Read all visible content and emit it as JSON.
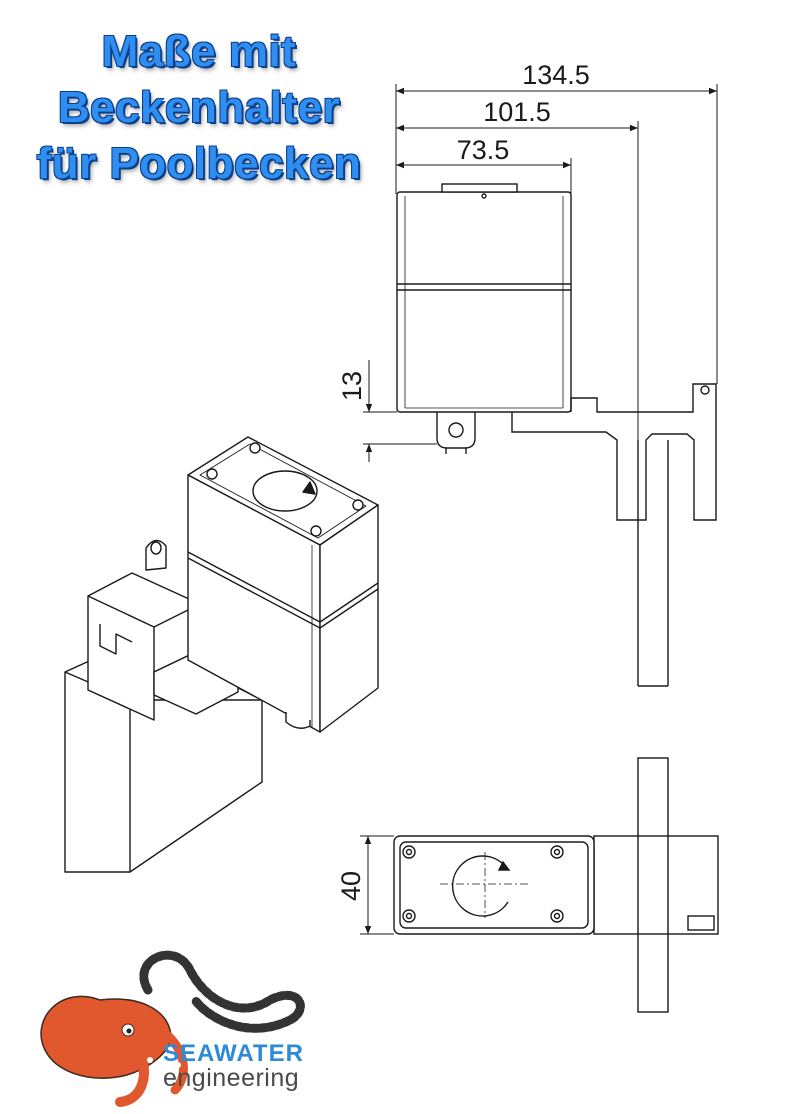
{
  "heading": {
    "line1": "Maße mit",
    "line2": "Beckenhalter",
    "line3": "für Poolbecken"
  },
  "dimensions": {
    "total_width": "134.5",
    "housing_to_pool": "101.5",
    "housing_width": "73.5",
    "bottom_offset": "13",
    "housing_depth": "40"
  },
  "brand": {
    "name": "SEAWATER",
    "sub": "engineering"
  },
  "colors": {
    "heading": "#2f8ef0",
    "brand_blue": "#2e89d8",
    "octopus": "#e2582e",
    "lines": "#1a1a1a"
  }
}
